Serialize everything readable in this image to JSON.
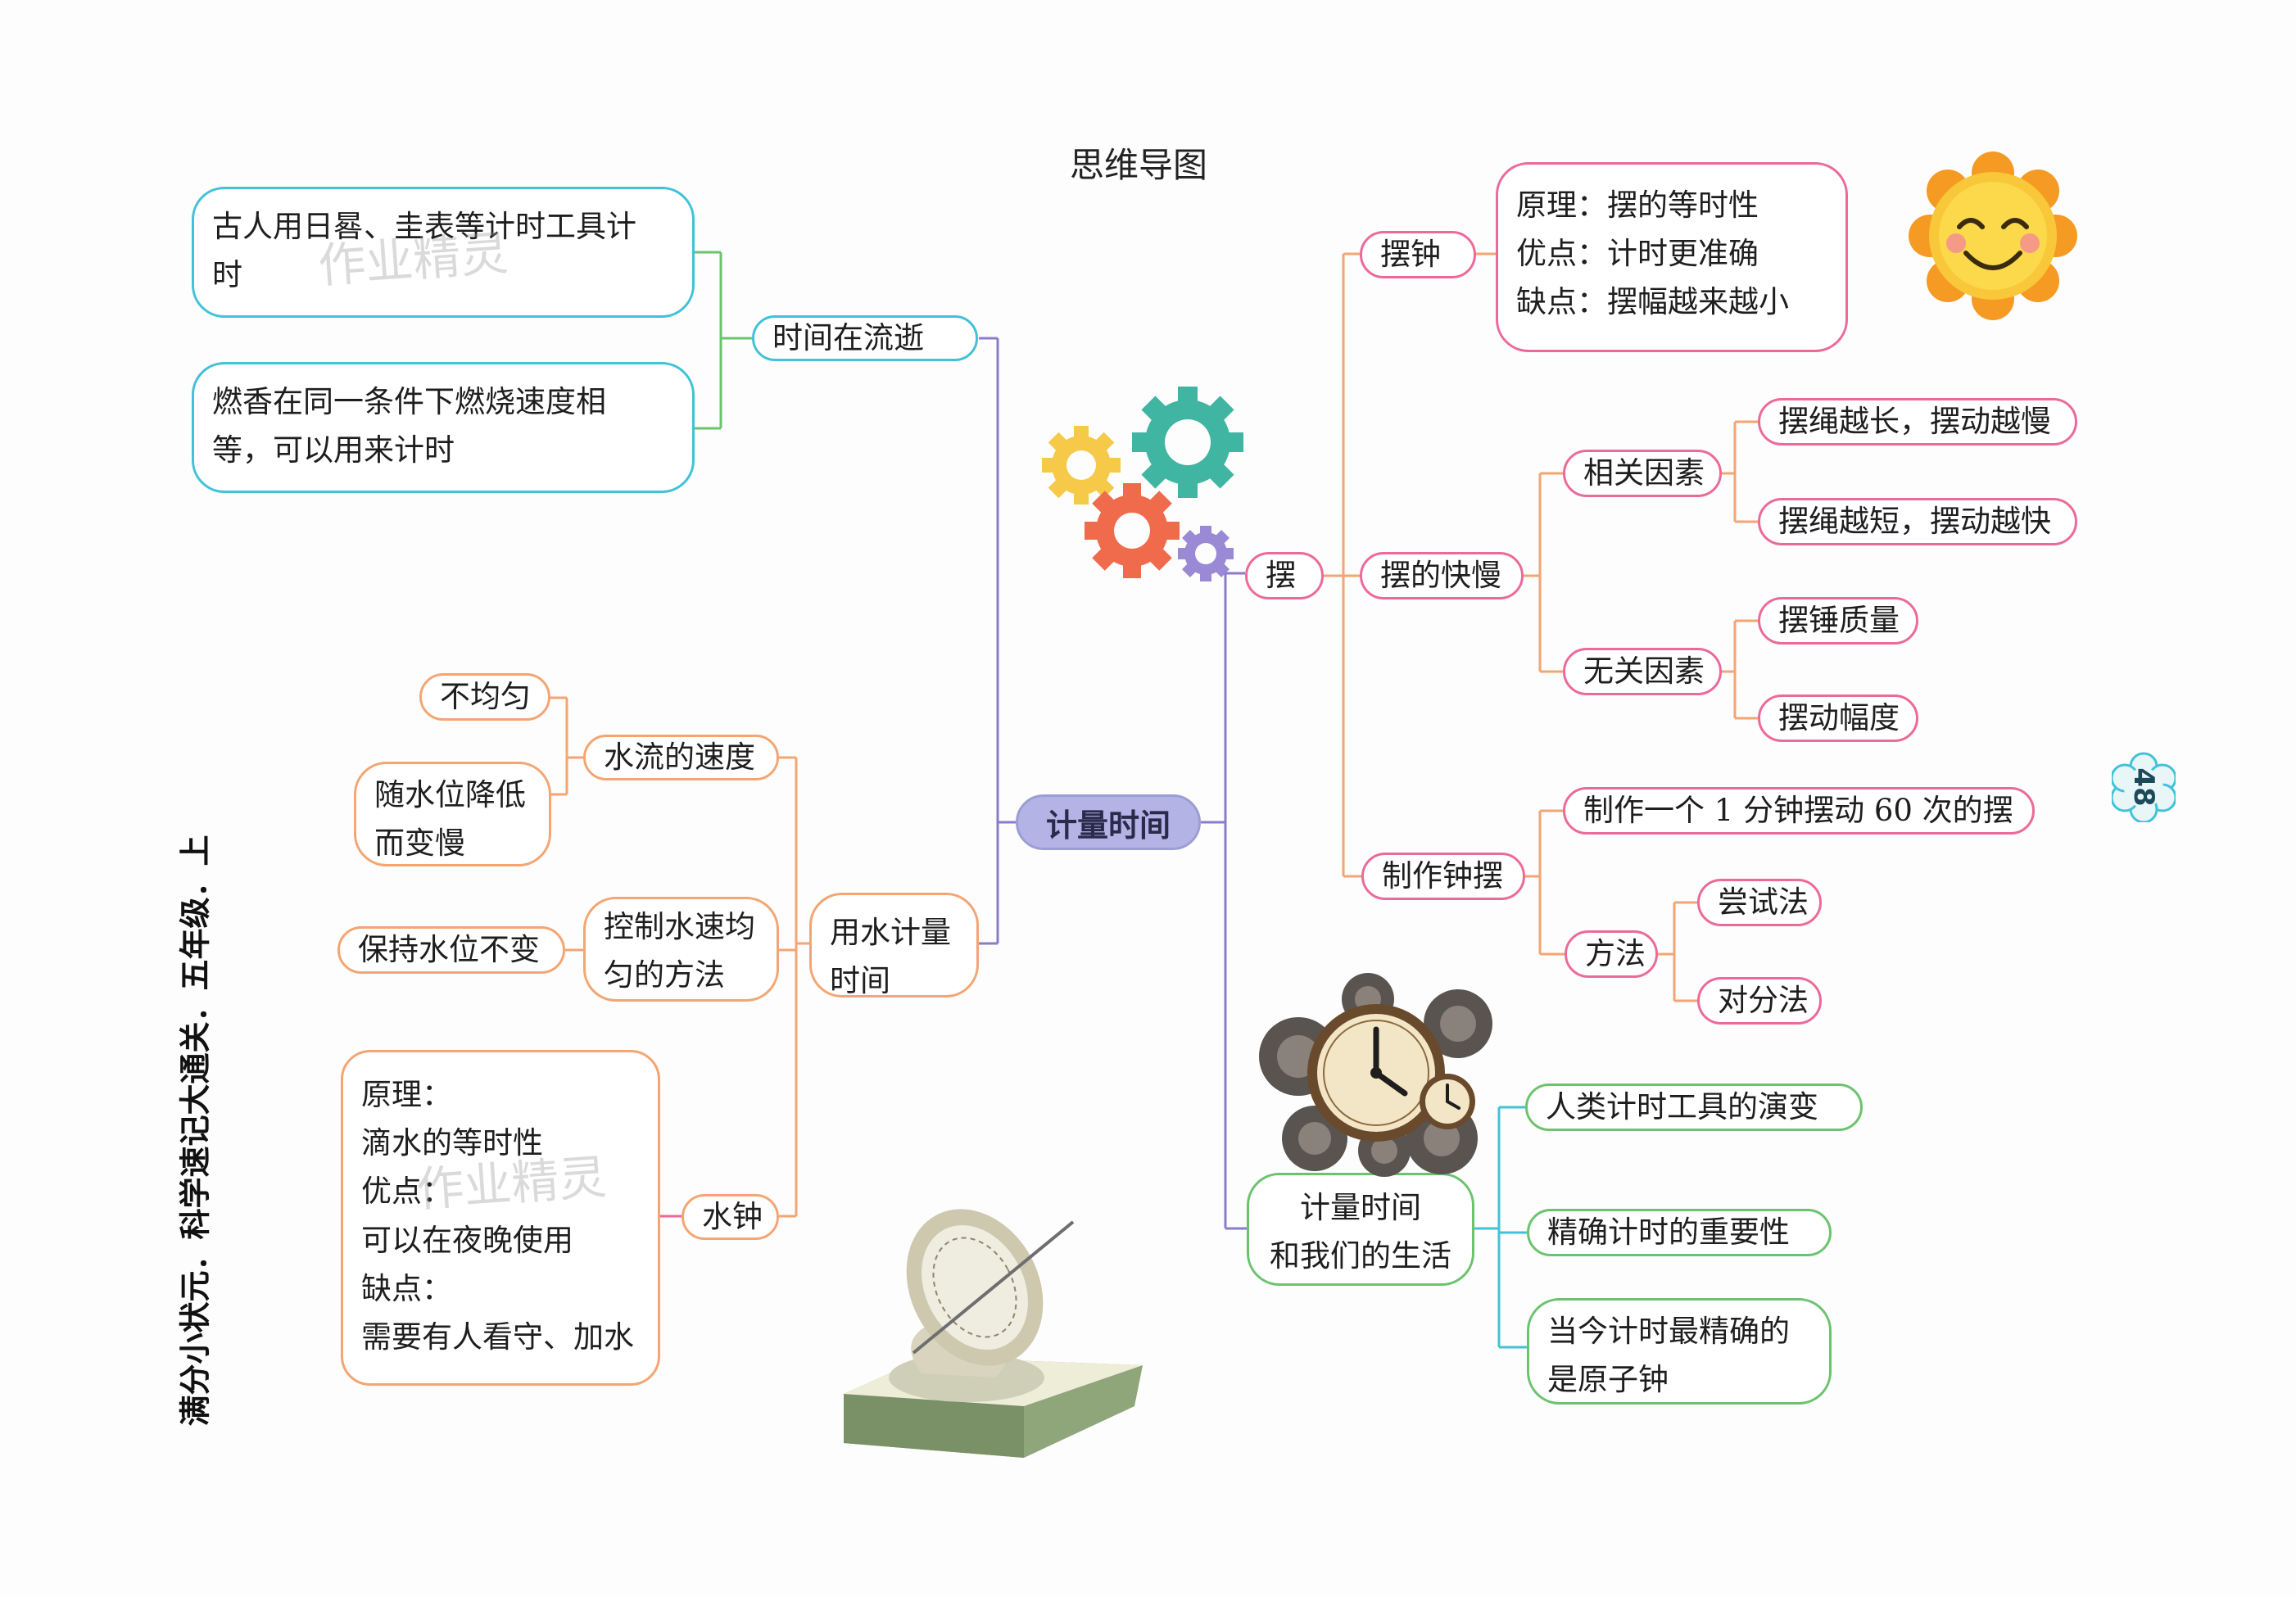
{
  "title": "思维导图",
  "center": "计量时间",
  "side_text": "满分小状元．科学速记大通关．五年级．上",
  "page_number": "48",
  "watermarks": [
    "作业精灵",
    "作业精灵"
  ],
  "nodes": {
    "flow": "时间在流逝",
    "flow_1": [
      "古人用日晷、圭表等计时工具计",
      "时"
    ],
    "flow_2": [
      "燃香在同一条件下燃烧速度相",
      "等，可以用来计时"
    ],
    "water": [
      "用水计量",
      "时间"
    ],
    "speed": "水流的速度",
    "uneven": "不均匀",
    "slow": [
      "随水位降低",
      "而变慢"
    ],
    "control": [
      "控制水速均",
      "匀的方法"
    ],
    "keep": "保持水位不变",
    "clock": "水钟",
    "clock_detail": [
      "原理：",
      "滴水的等时性",
      "优点：",
      "可以在夜晚使用",
      "缺点：",
      "需要有人看守、加水"
    ],
    "pendulum": "摆",
    "pclock": "摆钟",
    "pclock_detail": [
      "原理：摆的等时性",
      "优点：计时更准确",
      "缺点：摆幅越来越小"
    ],
    "speedp": "摆的快慢",
    "related": "相关因素",
    "longer": "摆绳越长，摆动越慢",
    "shorter": "摆绳越短，摆动越快",
    "unrelated": "无关因素",
    "mass": "摆锤质量",
    "amplitude": "摆动幅度",
    "make": "制作钟摆",
    "make60": "制作一个 1 分钟摆动 60 次的摆",
    "method": "方法",
    "trial": "尝试法",
    "half": "对分法",
    "life": [
      "计量时间",
      "和我们的生活"
    ],
    "evolution": "人类计时工具的演变",
    "importance": "精确计时的重要性",
    "atomic": [
      "当今计时最精确的",
      "是原子钟"
    ]
  },
  "colors": {
    "teal": "#41c2d8",
    "orange": "#f4a572",
    "pink": "#ec6a99",
    "green": "#6cc36e",
    "purple": "#8a7cc8",
    "center_fill": "#b3b3e6"
  },
  "icons": [
    "gears-icon",
    "smiling-sun-icon",
    "clock-gears-icon",
    "sundial-icon"
  ]
}
